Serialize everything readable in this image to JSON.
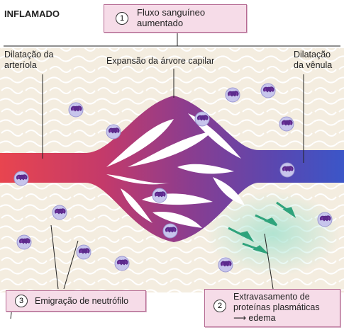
{
  "title": "INFLAMADO",
  "labels": {
    "arteriole": "Dilatação da arteríola",
    "arteriole_l1": "Dilatação da",
    "arteriole_l2": "arteríola",
    "capillary": "Expansão da árvore capilar",
    "venule_l1": "Dilatação",
    "venule_l2": "da vênula"
  },
  "steps": [
    {
      "number": "1",
      "line1": "Fluxo sanguíneo",
      "line2": "aumentado"
    },
    {
      "number": "2",
      "line1": "Extravasamento de",
      "line2": "proteínas plasmáticas",
      "line3": "edema"
    },
    {
      "number": "3",
      "line1": "Emigração de neutrófilo"
    }
  ],
  "colors": {
    "arterial": "#e8454f",
    "capillary": "#8b3d8f",
    "venous": "#3b56c8",
    "label_box": "#f6dce8",
    "edema": "#2fa37c"
  }
}
